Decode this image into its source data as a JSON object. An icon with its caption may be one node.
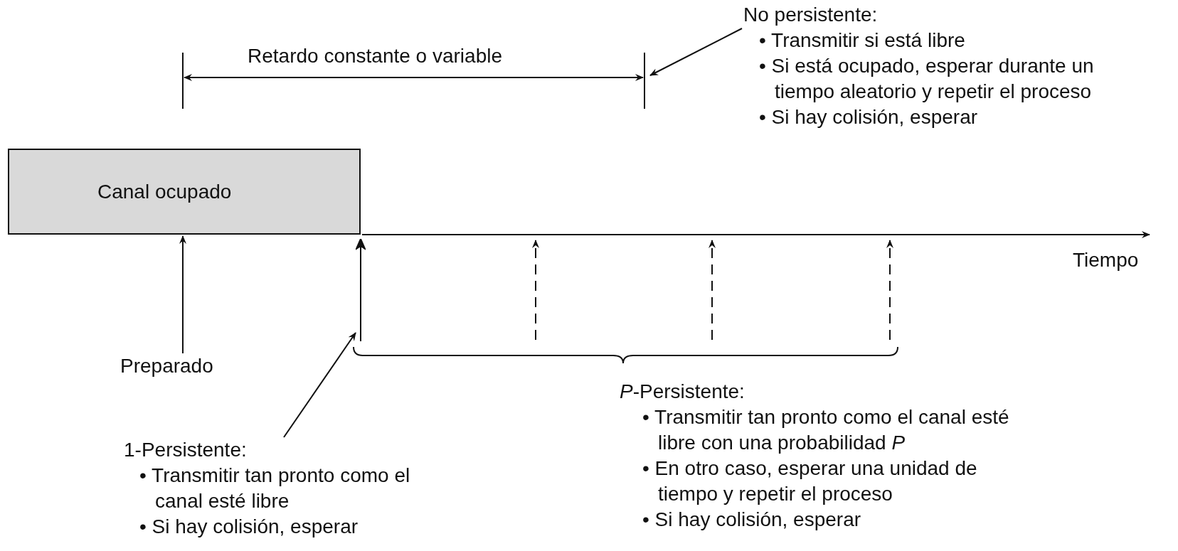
{
  "diagram": {
    "nodes": [
      {
        "text": [
          "Canal ocupado"
        ]
      },
      {
        "text": [
          "No persistente:",
          "• Transmitir si está libre",
          "• Si está ocupado, esperar durante un tiempo aleatorio y repetir el proceso",
          "• Si hay colisión, esperar"
        ]
      },
      {
        "text": [
          "Preparado"
        ]
      },
      {
        "text": [
          "*P*-Persistente:",
          "• Transmitir tan pronto como el canal esté libre con una probabilidad *P*",
          "• En otro caso, esperar una unidad de tiempo y repetir el proceso",
          "• Si hay colisión, esperar"
        ]
      },
      {
        "text": [
          "1-Persistente:",
          "• Transmitir tan pronto como el canal esté libre",
          "• Si hay colisión, esperar"
        ]
      },
      {
        "text": [],
        "shape": "arrow"
      }
    ],
    "edges": [
      {
        "from": 2,
        "to": 0,
        "arrow": "to"
      },
      {
        "from": 4,
        "to": 5,
        "arrow": "to"
      },
      {
        "from": 1,
        "to": null,
        "arrow": "to"
      }
    ],
    "labels": [
      "Retardo constante o variable",
      "Tiempo"
    ]
  }
}
